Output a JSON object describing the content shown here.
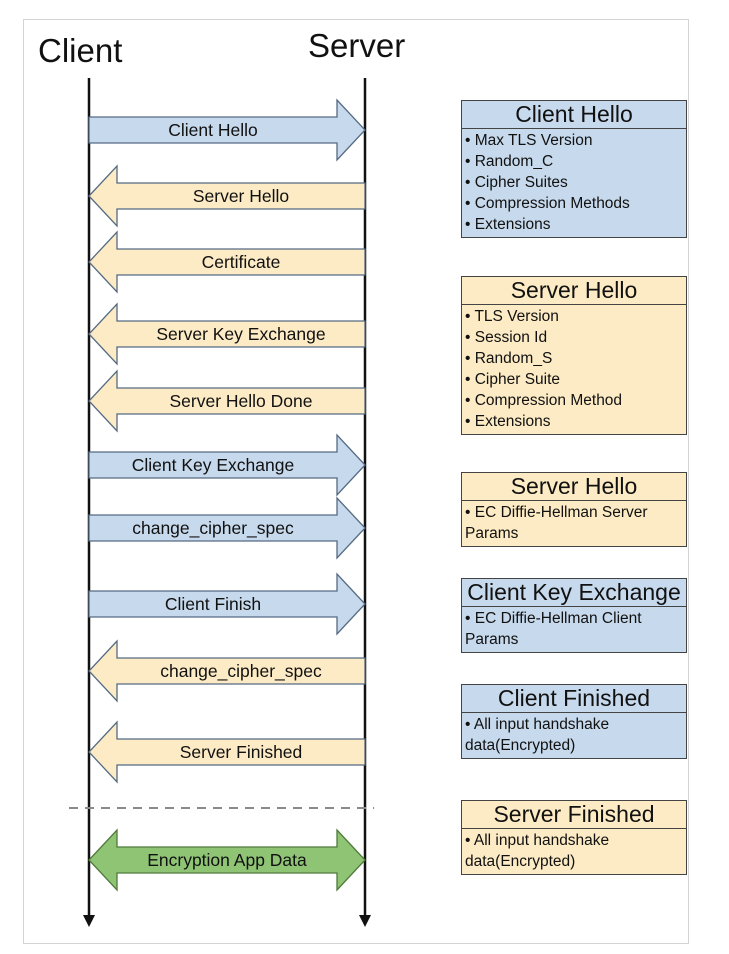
{
  "headers": {
    "client": "Client",
    "server": "Server"
  },
  "colors": {
    "to_server_fill": "#c7d9ec",
    "to_client_fill": "#fcebc4",
    "app_data_fill": "#8fc475",
    "arrow_stroke": "#556a82",
    "box_blue": "#c7d9ec",
    "box_yellow": "#fcebc4"
  },
  "messages": [
    {
      "label": "Client Hello",
      "direction": "to_server"
    },
    {
      "label": "Server Hello",
      "direction": "to_client"
    },
    {
      "label": "Certificate",
      "direction": "to_client"
    },
    {
      "label": "Server Key Exchange",
      "direction": "to_client"
    },
    {
      "label": "Server Hello Done",
      "direction": "to_client"
    },
    {
      "label": "Client Key Exchange",
      "direction": "to_server"
    },
    {
      "label": "change_cipher_spec",
      "direction": "to_server"
    },
    {
      "label": "Client Finish",
      "direction": "to_server"
    },
    {
      "label": "change_cipher_spec",
      "direction": "to_client"
    },
    {
      "label": "Server Finished",
      "direction": "to_client"
    },
    {
      "label": "Encryption App Data",
      "direction": "both"
    }
  ],
  "boxes": [
    {
      "title": "Client Hello",
      "color": "blue",
      "items": [
        "• Max TLS Version",
        "• Random_C",
        "• Cipher Suites",
        "• Compression Methods",
        "• Extensions"
      ]
    },
    {
      "title": "Server Hello",
      "color": "yellow",
      "items": [
        "• TLS Version",
        "• Session Id",
        "• Random_S",
        "• Cipher Suite",
        "• Compression Method",
        "• Extensions"
      ]
    },
    {
      "title": "Server Hello",
      "color": "yellow",
      "items": [
        "• EC Diffie-Hellman Server Params"
      ]
    },
    {
      "title": "Client Key Exchange",
      "color": "blue",
      "items": [
        "• EC Diffie-Hellman Client Params"
      ]
    },
    {
      "title": "Client Finished",
      "color": "blue",
      "items": [
        "• All input handshake data(Encrypted)"
      ]
    },
    {
      "title": "Server Finished",
      "color": "yellow",
      "items": [
        "• All input handshake data(Encrypted)"
      ]
    }
  ]
}
